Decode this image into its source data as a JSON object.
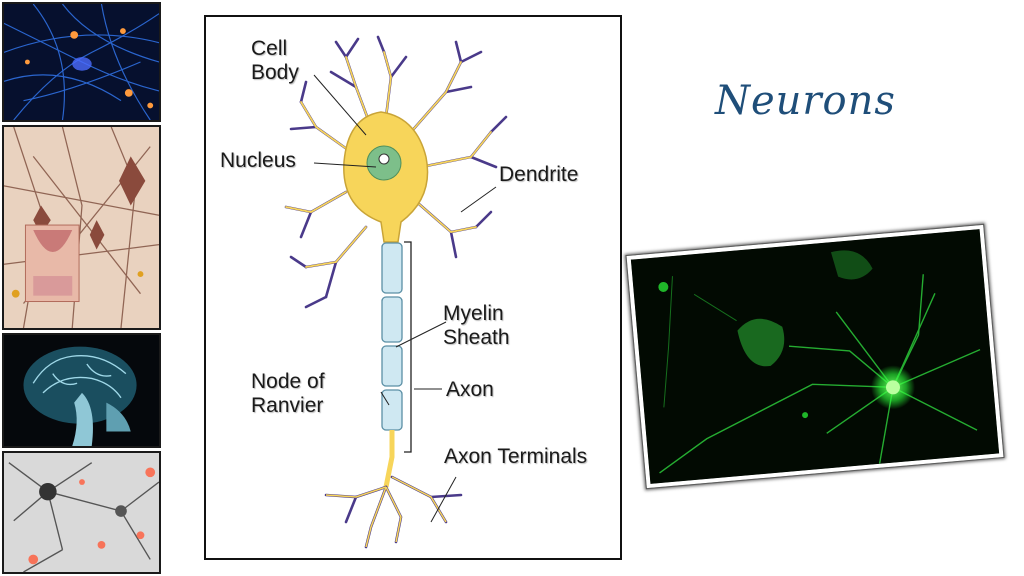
{
  "slide": {
    "title": "Neurons"
  },
  "diagram": {
    "labels": {
      "cell_body": [
        "Cell",
        "Body"
      ],
      "nucleus": "Nucleus",
      "dendrite": "Dendrite",
      "myelin_sheath": [
        "Myelin",
        "Sheath"
      ],
      "node_of_ranvier": [
        "Node of",
        "Ranvier"
      ],
      "axon": "Axon",
      "axon_terminals": "Axon Terminals"
    }
  },
  "colors": {
    "title": "#1f4e79",
    "neuron_fill": "#f7d55a",
    "neuron_outline": "#4a3a8a",
    "nucleus": "#7dbf8a",
    "myelin": "#cfe8f2",
    "photo_glow": "#2cff3a"
  }
}
